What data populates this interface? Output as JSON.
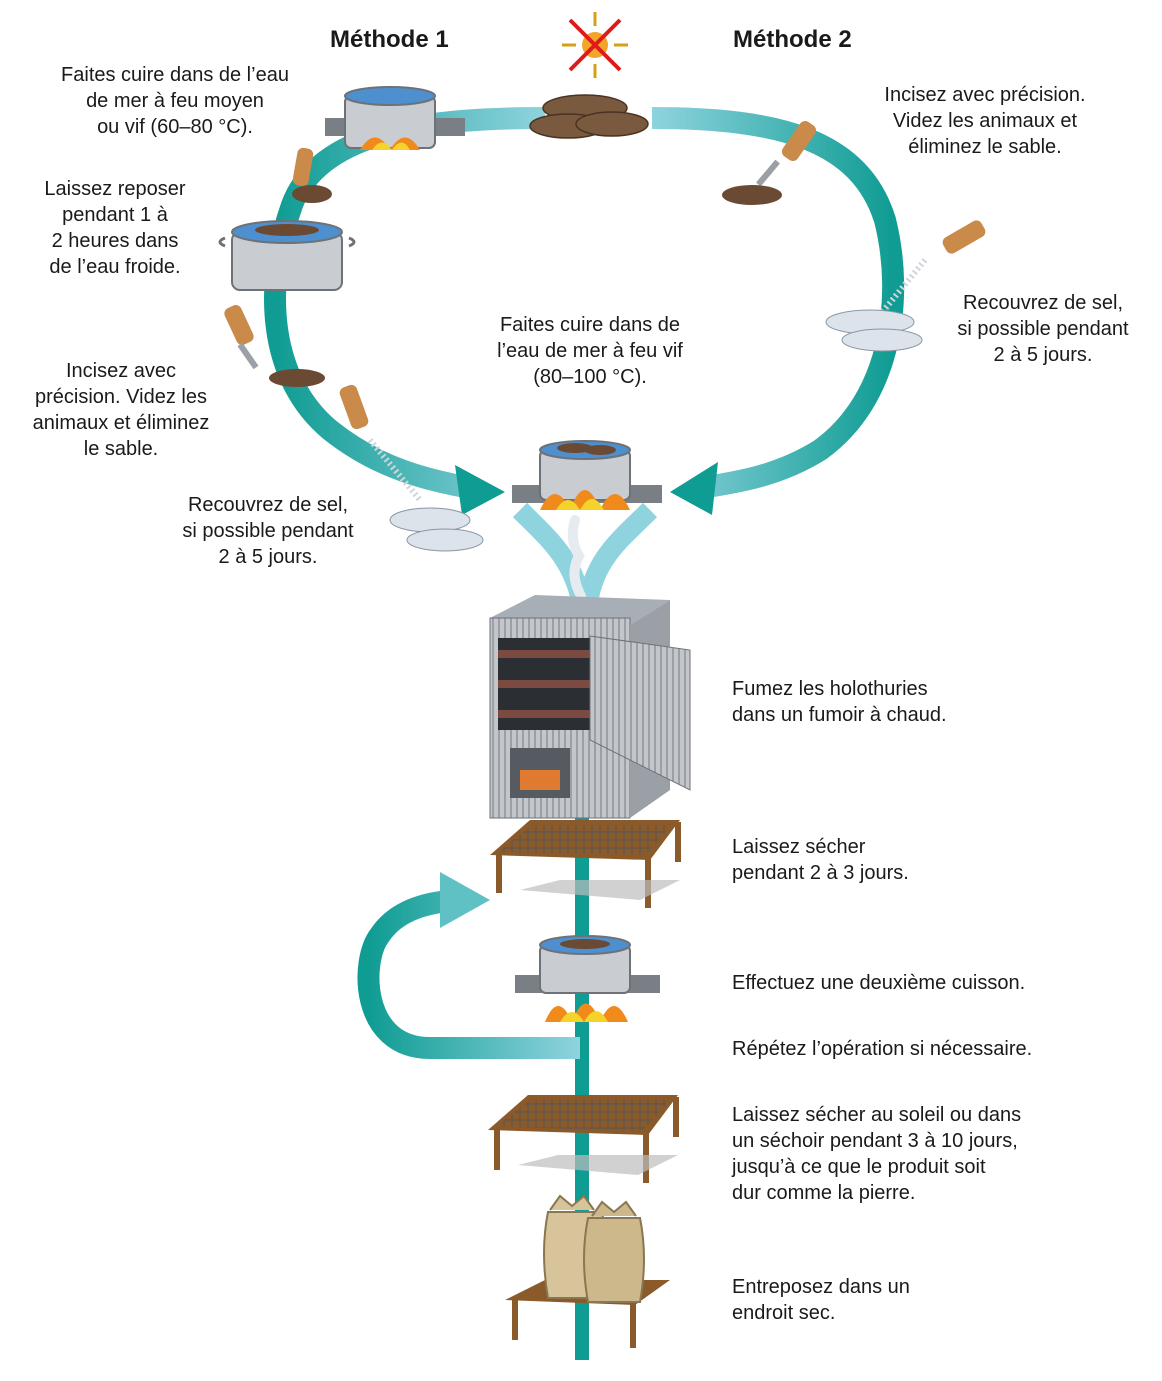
{
  "colors": {
    "arrow_dark": "#0f9c93",
    "arrow_light": "#8fd3de",
    "pot": "#c9ccd0",
    "water": "#4e8fcf",
    "flame": "#f08a1a",
    "holothurian": "#6b4a34",
    "salt": "#dde3ea",
    "smoker": "#b9bec4",
    "rack_wood": "#8a5a2b",
    "sack": "#d8c49a",
    "no_sun": "#e01a1a"
  },
  "titles": {
    "method1": "Méthode 1",
    "method2": "Méthode 2"
  },
  "icons": {
    "no_sun": "crossed-out-sun-icon"
  },
  "method1_steps": [
    "Faites cuire dans de l’eau\nde mer à feu moyen\nou vif (60–80 °C).",
    "Laissez reposer\npendant 1 à\n2 heures dans\nde l’eau froide.",
    "Incisez avec\nprécision. Videz les\nanimaux et éliminez\nle sable.",
    "Recouvrez de sel,\nsi possible pendant\n2 à 5 jours."
  ],
  "method2_steps": [
    "Incisez avec précision.\nVidez les animaux et\néliminez le sable.",
    "Recouvrez de sel,\nsi possible pendant\n2 à 5 jours."
  ],
  "common_steps": [
    "Faites cuire dans de\nl’eau de mer à feu vif\n(80–100 °C).",
    "Fumez les holothuries\ndans un fumoir à chaud.",
    "Laissez sécher\npendant 2 à 3 jours.",
    "Effectuez une deuxième cuisson.",
    "Répétez l’opération si nécessaire.",
    "Laissez sécher au soleil ou dans\nun séchoir pendant 3 à 10 jours,\njusqu’à ce que le produit soit\ndur comme la pierre.",
    "Entreposez dans un\nendroit sec."
  ]
}
